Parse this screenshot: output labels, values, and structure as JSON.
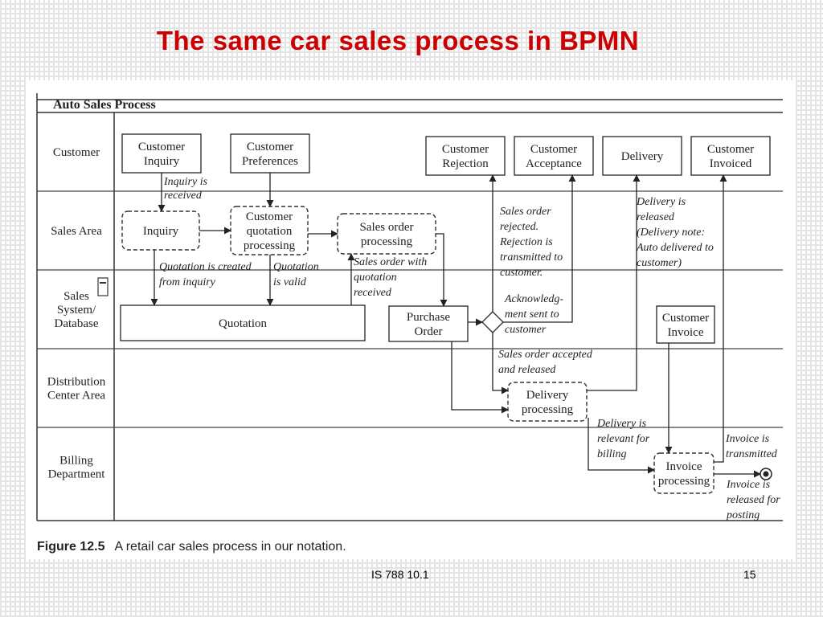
{
  "slide": {
    "title": "The same car sales process in BPMN",
    "footer_left": "IS 788 10.1",
    "footer_right": "15"
  },
  "diagram": {
    "pool_title": "Auto Sales Process",
    "lanes": [
      [
        "Customer"
      ],
      [
        "Sales Area"
      ],
      [
        "Sales",
        "System/",
        "Database"
      ],
      [
        "Distribution",
        "Center Area"
      ],
      [
        "Billing",
        "Department"
      ]
    ],
    "nodes": {
      "customer_inquiry": [
        "Customer",
        "Inquiry"
      ],
      "customer_preferences": [
        "Customer",
        "Preferences"
      ],
      "customer_rejection": [
        "Customer",
        "Rejection"
      ],
      "customer_acceptance": [
        "Customer",
        "Acceptance"
      ],
      "delivery": [
        "Delivery"
      ],
      "customer_invoiced": [
        "Customer",
        "Invoiced"
      ],
      "inquiry": [
        "Inquiry"
      ],
      "customer_quotation_processing": [
        "Customer",
        "quotation",
        "processing"
      ],
      "sales_order_processing": [
        "Sales order",
        "processing"
      ],
      "quotation": [
        "Quotation"
      ],
      "purchase_order": [
        "Purchase",
        "Order"
      ],
      "customer_invoice": [
        "Customer",
        "Invoice"
      ],
      "delivery_processing": [
        "Delivery",
        "processing"
      ],
      "invoice_processing": [
        "Invoice",
        "processing"
      ]
    },
    "annotations": {
      "inquiry_received": [
        "Inquiry is",
        "received"
      ],
      "quotation_created": [
        "Quotation is created",
        "from inquiry"
      ],
      "quotation_valid": [
        "Quotation",
        "is valid"
      ],
      "sales_order_received": [
        "Sales order with",
        "quotation",
        "received"
      ],
      "sales_order_rejected": [
        "Sales order",
        "rejected.",
        "Rejection is",
        "transmitted to",
        "customer."
      ],
      "acknowledgment": [
        "Acknowledg-",
        "ment sent to",
        "customer"
      ],
      "delivery_released": [
        "Delivery is",
        "released",
        "(Delivery note:",
        "Auto delivered to",
        "customer)"
      ],
      "order_accepted": [
        "Sales order accepted",
        "and released"
      ],
      "delivery_relevant": [
        "Delivery is",
        "relevant for",
        "billing"
      ],
      "invoice_transmitted": [
        "Invoice is",
        "transmitted"
      ],
      "invoice_released": [
        "Invoice is",
        "released for",
        "posting"
      ]
    },
    "caption": {
      "figure": "Figure 12.5",
      "text": "A retail car sales process in our notation."
    }
  }
}
